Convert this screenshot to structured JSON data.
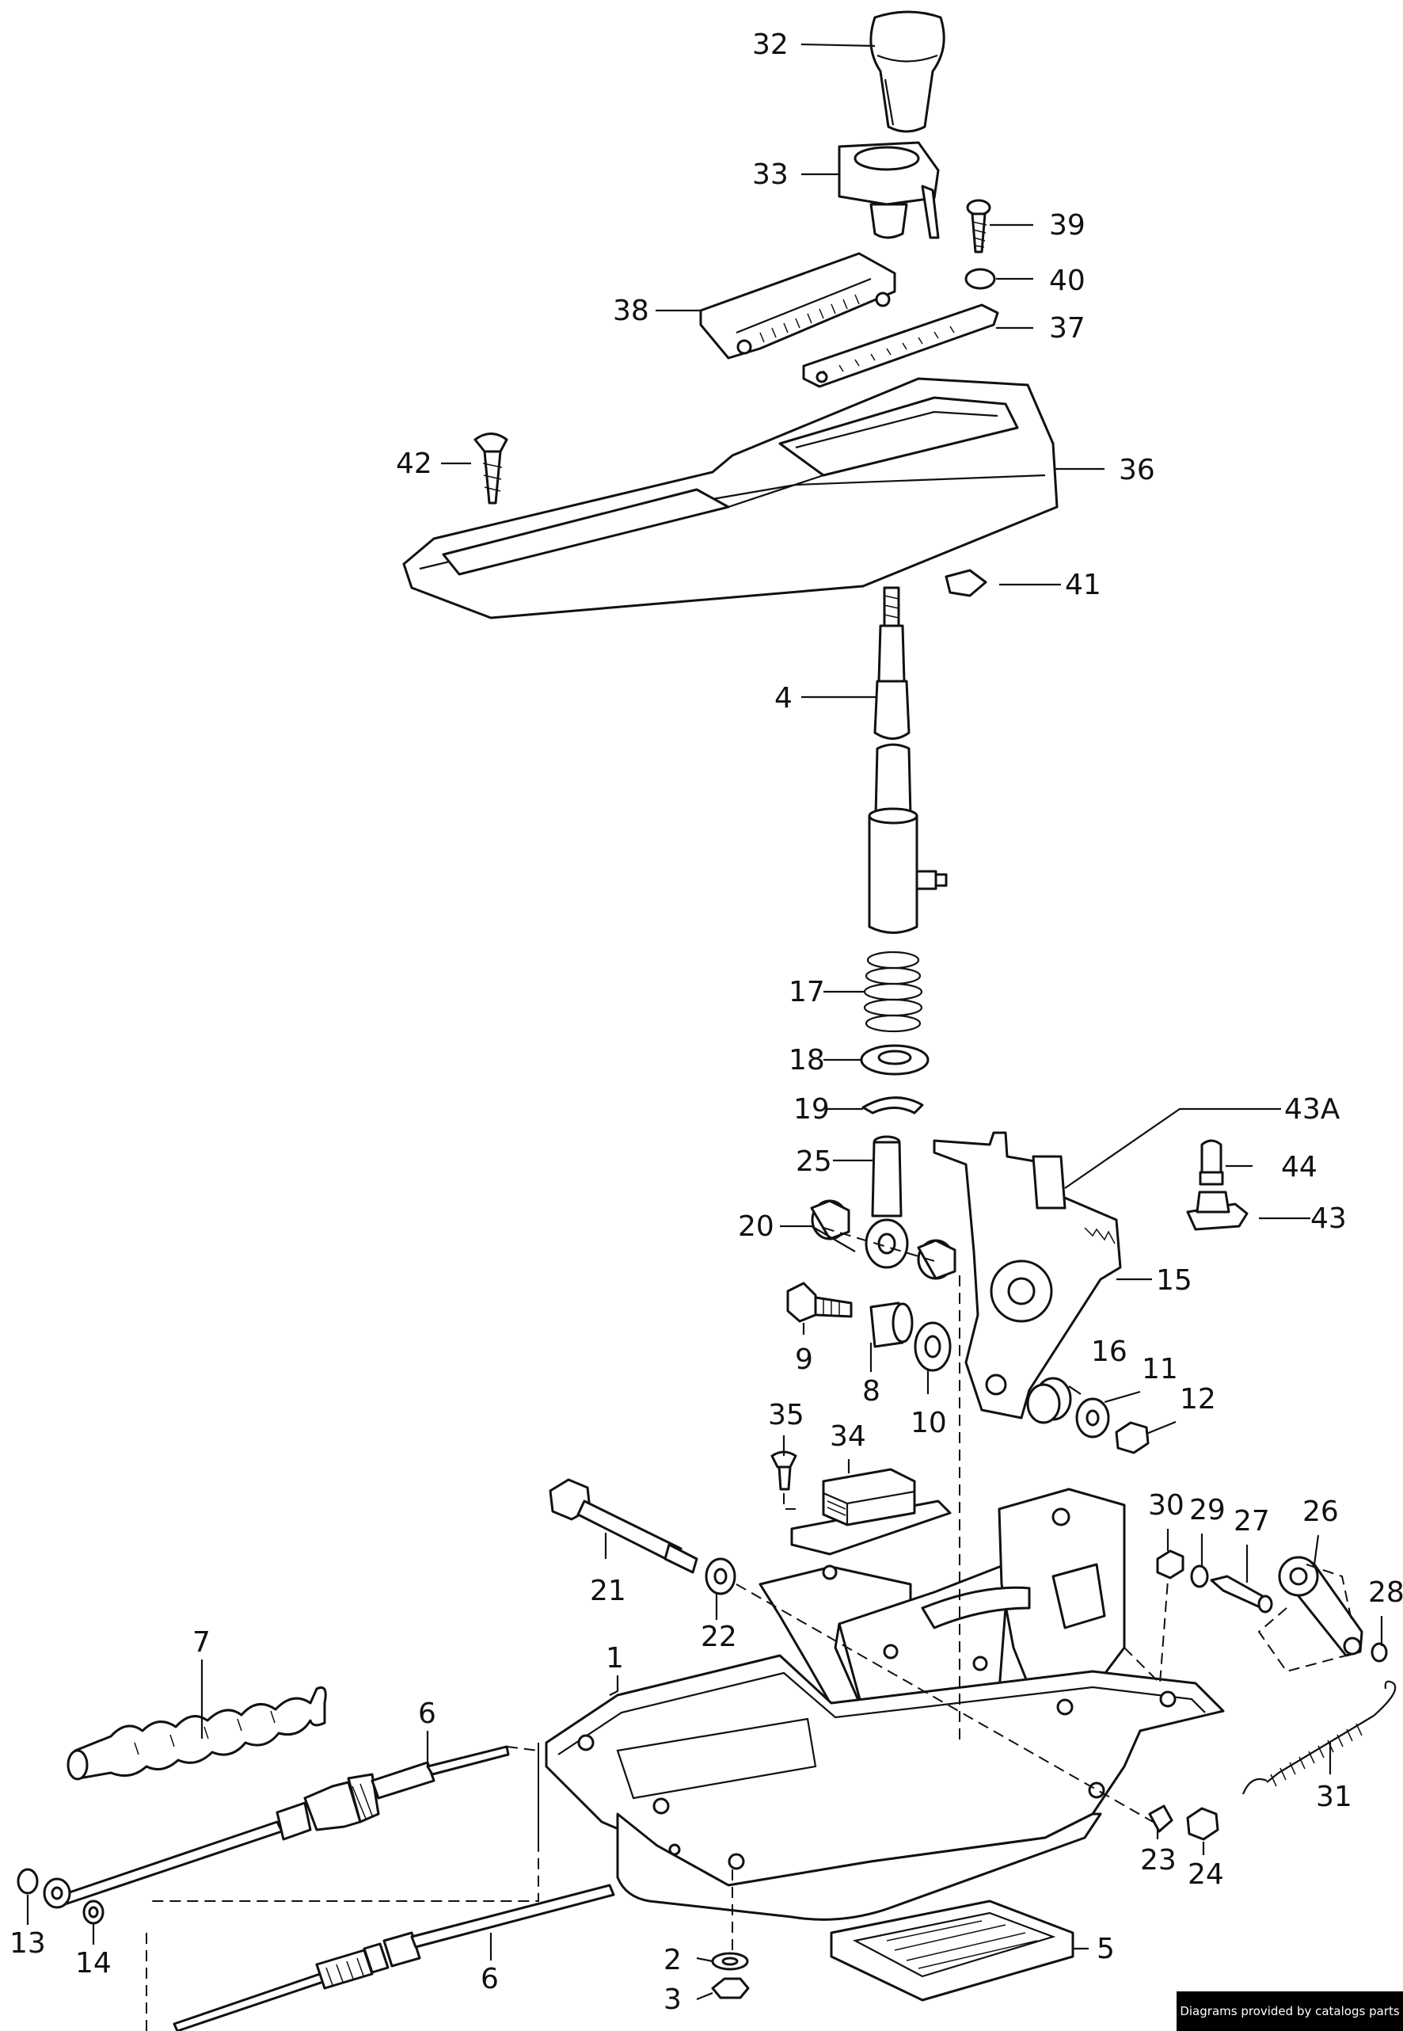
{
  "diagram": {
    "part_numbers": [
      "32",
      "33",
      "39",
      "40",
      "38",
      "37",
      "42",
      "36",
      "41",
      "4",
      "17",
      "18",
      "19",
      "43A",
      "44",
      "43",
      "25",
      "20",
      "15",
      "9",
      "8",
      "10",
      "16",
      "11",
      "12",
      "35",
      "34",
      "30",
      "29",
      "27",
      "26",
      "28",
      "21",
      "22",
      "1",
      "7",
      "6",
      "31",
      "23",
      "24",
      "13",
      "14",
      "2",
      "3",
      "5"
    ]
  },
  "credit": "Diagrams provided by catalogs parts"
}
